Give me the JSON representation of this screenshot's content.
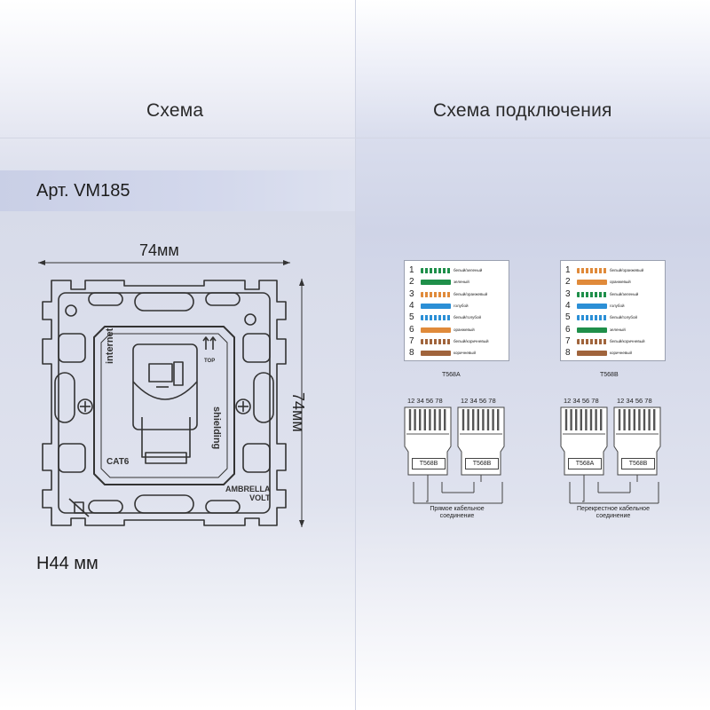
{
  "headers": {
    "left": "Схема",
    "right": "Схема подключения"
  },
  "article": "Арт. VM185",
  "height_label": "H44 мм",
  "dimensions": {
    "width_label": "74мм",
    "height_label": "74мм"
  },
  "device": {
    "label_internet": "internet",
    "label_shielding": "shielding",
    "label_cat6": "CAT6",
    "label_top": "TOP",
    "brand_line1": "AMBRELLA",
    "brand_line2": "VOLT"
  },
  "wiring": {
    "t568a": {
      "caption": "T568A",
      "rows": [
        {
          "num": "1",
          "label": "белый/зеленый",
          "color": "#1f8f4a",
          "striped": true
        },
        {
          "num": "2",
          "label": "зеленый",
          "color": "#1f8f4a",
          "striped": false
        },
        {
          "num": "3",
          "label": "белый/оранжевый",
          "color": "#e08a3a",
          "striped": true
        },
        {
          "num": "4",
          "label": "голубой",
          "color": "#2b8fd6",
          "striped": false
        },
        {
          "num": "5",
          "label": "белый/голубой",
          "color": "#2b8fd6",
          "striped": true
        },
        {
          "num": "6",
          "label": "оранжевый",
          "color": "#e08a3a",
          "striped": false
        },
        {
          "num": "7",
          "label": "белый/коричневый",
          "color": "#a0643c",
          "striped": true
        },
        {
          "num": "8",
          "label": "коричневый",
          "color": "#a0643c",
          "striped": false
        }
      ]
    },
    "t568b": {
      "caption": "T568B",
      "rows": [
        {
          "num": "1",
          "label": "белый/оранжевый",
          "color": "#e08a3a",
          "striped": true
        },
        {
          "num": "2",
          "label": "оранжевый",
          "color": "#e08a3a",
          "striped": false
        },
        {
          "num": "3",
          "label": "белый/зеленый",
          "color": "#1f8f4a",
          "striped": true
        },
        {
          "num": "4",
          "label": "голубой",
          "color": "#2b8fd6",
          "striped": false
        },
        {
          "num": "5",
          "label": "белый/голубой",
          "color": "#2b8fd6",
          "striped": true
        },
        {
          "num": "6",
          "label": "зеленый",
          "color": "#1f8f4a",
          "striped": false
        },
        {
          "num": "7",
          "label": "белый/коричневый",
          "color": "#a0643c",
          "striped": true
        },
        {
          "num": "8",
          "label": "коричневый",
          "color": "#a0643c",
          "striped": false
        }
      ]
    }
  },
  "connections": {
    "straight": {
      "pin_numbers": "12 34 56 78",
      "left_std": "T568B",
      "right_std": "T568B",
      "caption_line1": "Прямое кабельное",
      "caption_line2": "соединение"
    },
    "crossover": {
      "pin_numbers": "12 34 56 78",
      "left_std": "T568A",
      "right_std": "T568B",
      "caption_line1": "Перекрестное кабельное",
      "caption_line2": "соединение"
    }
  }
}
